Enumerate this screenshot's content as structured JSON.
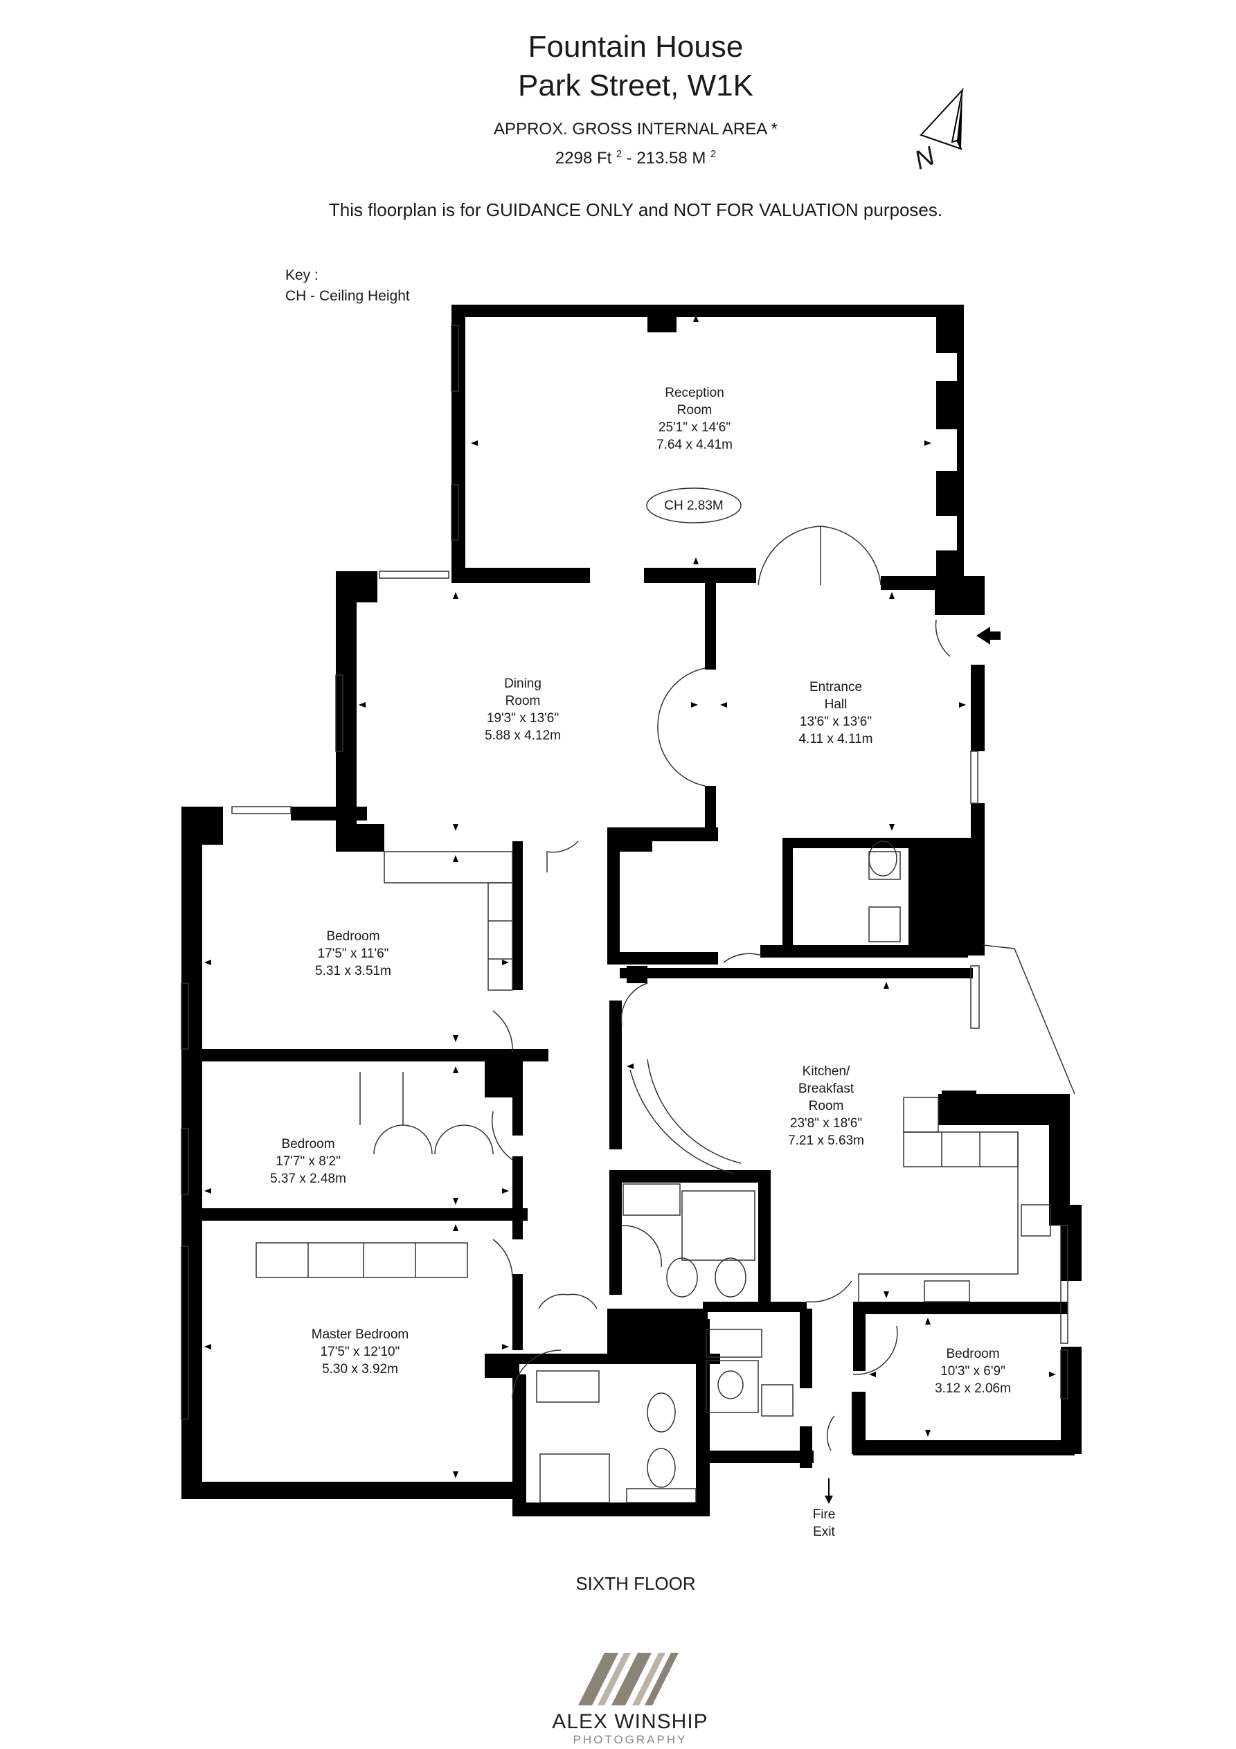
{
  "header": {
    "title_line1": "Fountain House",
    "title_line2": "Park Street, W1K",
    "area_label": "APPROX. GROSS INTERNAL  AREA *",
    "area_ft": "2298 Ft",
    "area_sep": "-",
    "area_m": "213.58 M",
    "area_unit_power": "2",
    "disclaimer": "This floorplan is for GUIDANCE ONLY and NOT FOR VALUATION purposes."
  },
  "compass": {
    "letter": "N"
  },
  "key": {
    "title": "Key :",
    "item": "CH - Ceiling Height"
  },
  "rooms": {
    "reception": {
      "name1": "Reception",
      "name2": "Room",
      "imperial": "25'1\" x 14'6\"",
      "metric": "7.64 x 4.41m",
      "badge": "CH 2.83M"
    },
    "dining": {
      "name1": "Dining",
      "name2": "Room",
      "imperial": "19'3\" x 13'6\"",
      "metric": "5.88 x 4.12m"
    },
    "entrance": {
      "name1": "Entrance",
      "name2": "Hall",
      "imperial": "13'6\" x 13'6\"",
      "metric": "4.11 x 4.11m"
    },
    "bedroom1": {
      "name1": "Bedroom",
      "imperial": "17'5\" x 11'6\"",
      "metric": "5.31 x 3.51m"
    },
    "bedroom2": {
      "name1": "Bedroom",
      "imperial": "17'7\" x 8'2\"",
      "metric": "5.37 x 2.48m"
    },
    "master": {
      "name1": "Master Bedroom",
      "imperial": "17'5\" x 12'10\"",
      "metric": "5.30 x 3.92m"
    },
    "kitchen": {
      "name1": "Kitchen/",
      "name2": "Breakfast",
      "name3": "Room",
      "imperial": "23'8\" x 18'6\"",
      "metric": "7.21 x 5.63m"
    },
    "bedroom3": {
      "name1": "Bedroom",
      "imperial": "10'3\" x 6'9\"",
      "metric": "3.12 x 2.06m"
    },
    "fire_exit": {
      "line1": "Fire",
      "line2": "Exit"
    }
  },
  "floor": {
    "label": "SIXTH FLOOR"
  },
  "brand": {
    "name": "ALEX WINSHIP",
    "tagline": "PHOTOGRAPHY"
  },
  "colors": {
    "wall": "#000000",
    "line": "#333333",
    "logo": "#8a8478"
  }
}
